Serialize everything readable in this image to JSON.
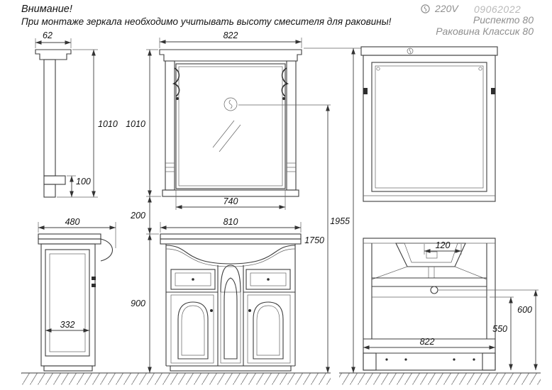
{
  "header": {
    "warning_title": "Внимание!",
    "warning_text": "При монтаже зеркала необходимо учитывать высоту смесителя для раковины!",
    "voltage_label": "220V",
    "date_code": "09062022",
    "product_line1": "Риспекто 80",
    "product_line2": "Раковина Классик 80"
  },
  "dims": {
    "mirror_depth": "62",
    "mirror_height_side": "1010",
    "shelf_height": "100",
    "mirror_width": "822",
    "mirror_height": "1010",
    "glass_width": "740",
    "gap_height": "200",
    "cabinet_width": "810",
    "cabinet_height": "900",
    "lamp_height": "1750",
    "total_height": "1955",
    "side_depth": "480",
    "side_inner_depth": "332",
    "sink_offset": "120",
    "back_width": "822",
    "hole_height": "600",
    "rail_height": "550"
  },
  "colors": {
    "line": "#3c3c3c",
    "dim_text": "#141414",
    "muted_text": "#8f8f8f",
    "date_text": "#b9b9b9"
  }
}
